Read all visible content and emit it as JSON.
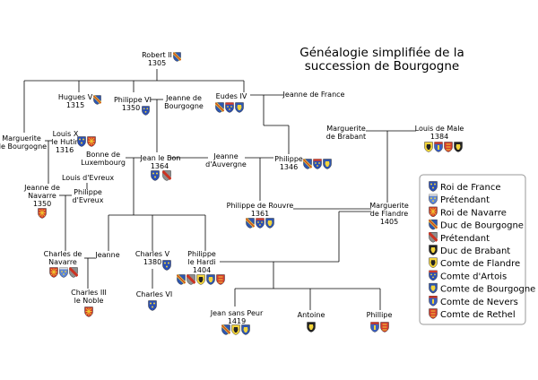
{
  "title": {
    "line1": "Généalogie simplifiée de la",
    "line2": "succession de Bourgogne"
  },
  "people": {
    "robert": {
      "name": "Robert II",
      "year": "1305"
    },
    "hugues": {
      "name": "Hugues V",
      "year": "1315"
    },
    "philippe6": {
      "name": "Philippe VI",
      "year": "1350"
    },
    "jeanneBourg": {
      "name1": "Jeanne de",
      "name2": "Bourgogne"
    },
    "eudes": {
      "name": "Eudes IV"
    },
    "jeanneFrance": {
      "name": "Jeanne de France"
    },
    "margueriteBourg": {
      "name1": "Marguerite",
      "name2": "de Bourgogne"
    },
    "louisX": {
      "name1": "Louis X",
      "name2": "le Hutin",
      "year": "1316"
    },
    "bonne": {
      "name1": "Bonne de",
      "name2": "Luxembourg"
    },
    "jeanBon": {
      "name": "Jean le Bon",
      "year": "1364"
    },
    "jeanneAuv": {
      "name1": "Jeanne",
      "name2": "d'Auvergne"
    },
    "philippe1346": {
      "name": "Philippe",
      "year": "1346"
    },
    "margueriteBrab": {
      "name1": "Marguerite",
      "name2": "de Brabant"
    },
    "louisMale": {
      "name": "Louis de Male",
      "year": "1384"
    },
    "jeanneNav": {
      "name1": "Jeanne de",
      "name2": "Navarre",
      "year": "1350"
    },
    "louisEvreux": {
      "name": "Louis d'Evreux"
    },
    "philippeEvreux": {
      "name1": "Philippe",
      "name2": "d'Evreux"
    },
    "philippeRouvre": {
      "name": "Philippe de Rouvre",
      "year": "1361"
    },
    "margueriteFlandre": {
      "name1": "Marguerite",
      "name2": "de Flandre",
      "year": "1405"
    },
    "charlesNav": {
      "name1": "Charles de",
      "name2": "Navarre"
    },
    "jeanne": {
      "name": "Jeanne"
    },
    "charles5": {
      "name": "Charles V",
      "year": "1380"
    },
    "philippeHardi": {
      "name1": "Philippe",
      "name2": "le Hardi",
      "year": "1404"
    },
    "charles3": {
      "name1": "Charles III",
      "name2": "le Noble"
    },
    "charles6": {
      "name": "Charles VI"
    },
    "jeanSansPeur": {
      "name": "Jean sans Peur",
      "year": "1419"
    },
    "antoine": {
      "name": "Antoine"
    },
    "phillipe": {
      "name": "Phillipe"
    }
  },
  "legend": [
    {
      "label": "Roi de France",
      "coat": "france"
    },
    {
      "label": "Prétendant",
      "coat": "pretendant"
    },
    {
      "label": "Roi de Navarre",
      "coat": "navarre"
    },
    {
      "label": "Duc de Bourgogne",
      "coat": "bourgogne"
    },
    {
      "label": "Prétendant",
      "coat": "pretendant-bourgogne"
    },
    {
      "label": "Duc de Brabant",
      "coat": "brabant"
    },
    {
      "label": "Comte de Flandre",
      "coat": "flandre"
    },
    {
      "label": "Comte d'Artois",
      "coat": "artois"
    },
    {
      "label": "Comte de Bourgogne",
      "coat": "comte-bourgogne"
    },
    {
      "label": "Comte de Nevers",
      "coat": "nevers"
    },
    {
      "label": "Comte de Rethel",
      "coat": "rethel"
    }
  ]
}
